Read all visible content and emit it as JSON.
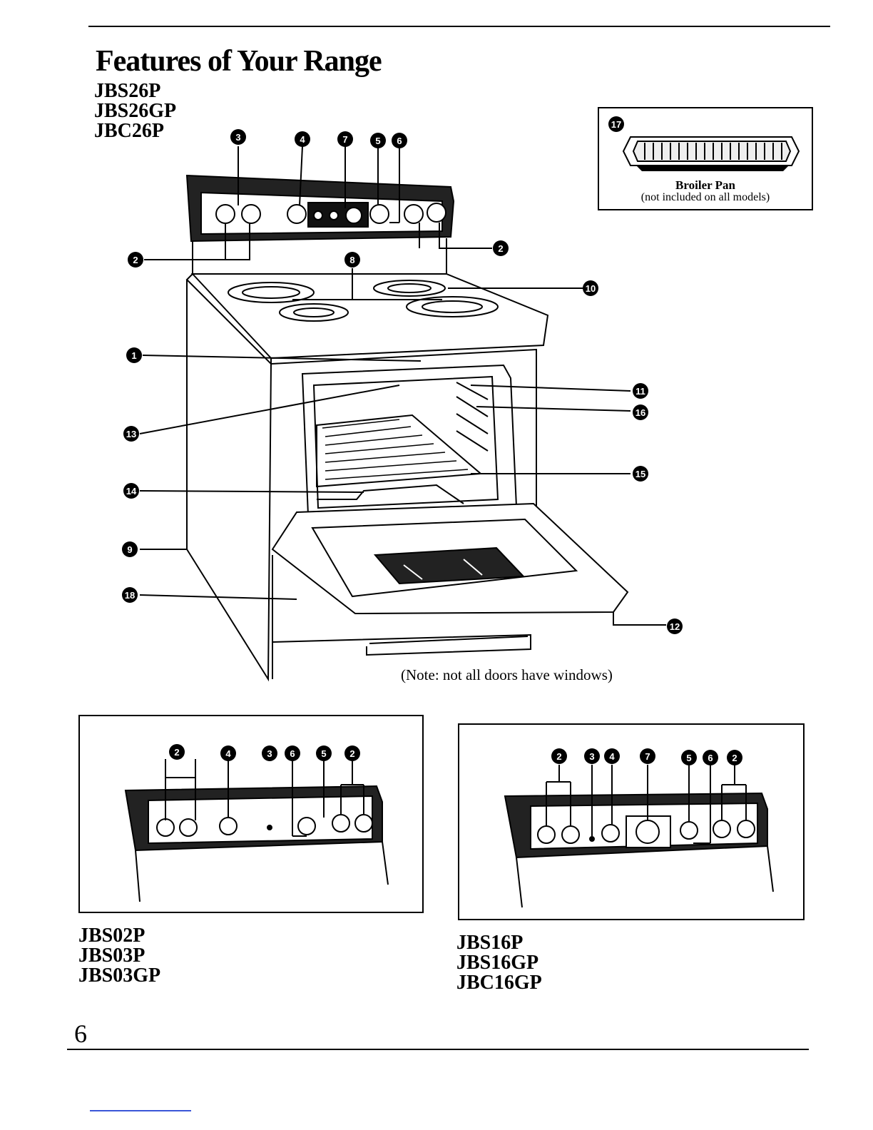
{
  "page": {
    "title": "Features of Your Range",
    "main_models": [
      "JBS26P",
      "JBS26GP",
      "JBC26P"
    ],
    "broiler": {
      "callout": "17",
      "label": "Broiler Pan",
      "sublabel": "(not included on all models)"
    },
    "note": "(Note: not all doors have windows)",
    "left_panel_models": [
      "JBS02P",
      "JBS03P",
      "JBS03GP"
    ],
    "right_panel_models": [
      "JBS16P",
      "JBS16GP",
      "JBC16GP"
    ],
    "page_number": "6"
  },
  "callouts": {
    "top": [
      "3",
      "4",
      "7",
      "5",
      "6"
    ],
    "main": [
      "2",
      "2",
      "8",
      "10",
      "1",
      "11",
      "16",
      "13",
      "15",
      "14",
      "9",
      "18",
      "12"
    ],
    "left_panel": [
      "2",
      "4",
      "3",
      "6",
      "5",
      "2"
    ],
    "right_panel": [
      "2",
      "3",
      "4",
      "7",
      "5",
      "6",
      "2"
    ]
  }
}
